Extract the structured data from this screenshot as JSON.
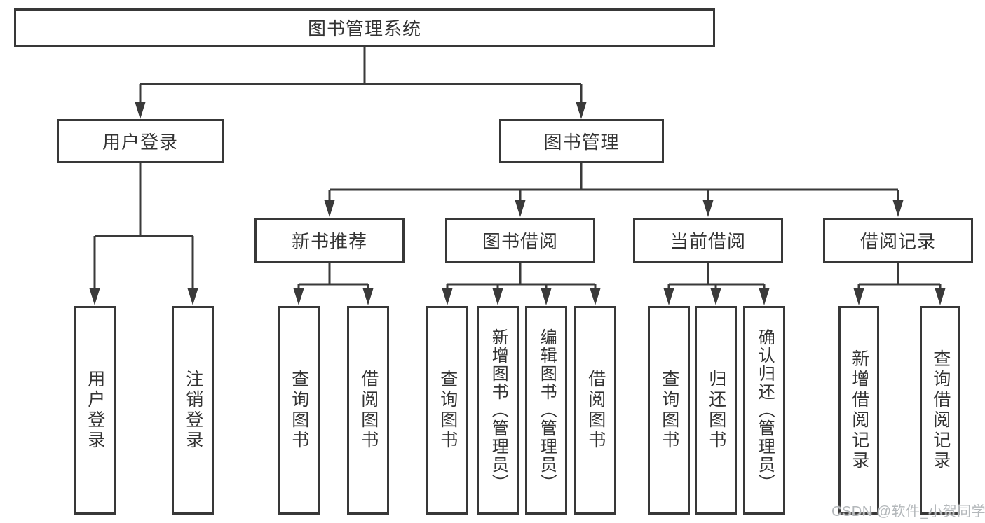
{
  "colors": {
    "background": "#ffffff",
    "line": "#3a3a3a",
    "box_border": "#383838",
    "box_fill": "#ffffff",
    "text": "#333333",
    "watermark_text": "#b4b8bb"
  },
  "diagram": {
    "type": "hierarchy-tree",
    "root": {
      "label": "图书管理系统"
    },
    "branches": [
      {
        "label": "用户登录",
        "children": [
          {
            "label": "用户登录"
          },
          {
            "label": "注销登录"
          }
        ]
      },
      {
        "label": "图书管理",
        "sections": [
          {
            "label": "新书推荐",
            "children": [
              {
                "label": "查询图书"
              },
              {
                "label": "借阅图书"
              }
            ]
          },
          {
            "label": "图书借阅",
            "children": [
              {
                "label": "查询图书"
              },
              {
                "label": "新增图书（管理员）"
              },
              {
                "label": "编辑图书（管理员）"
              },
              {
                "label": "借阅图书"
              }
            ]
          },
          {
            "label": "当前借阅",
            "children": [
              {
                "label": "查询图书"
              },
              {
                "label": "归还图书"
              },
              {
                "label": "确认归还（管理员）"
              }
            ]
          },
          {
            "label": "借阅记录",
            "children": [
              {
                "label": "新增借阅记录"
              },
              {
                "label": "查询借阅记录"
              }
            ]
          }
        ]
      }
    ]
  },
  "watermark": {
    "text": "CSDN @软件_小贺同学"
  }
}
